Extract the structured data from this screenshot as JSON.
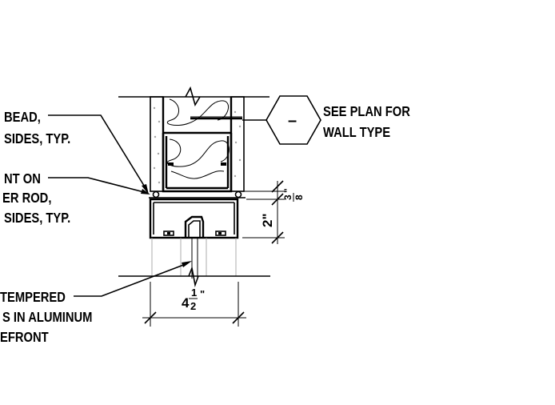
{
  "notes": {
    "caulk_bead": [
      "BEAD,",
      "SIDES, TYP."
    ],
    "sealant": [
      "NT ON",
      "ER ROD,",
      "SIDES, TYP."
    ],
    "glass": [
      "TEMPERED",
      "S IN ALUMINUM",
      "EFRONT"
    ],
    "wall_type": [
      "SEE PLAN FOR",
      "WALL TYPE"
    ]
  },
  "tag": {
    "symbol": "–"
  },
  "dimensions": {
    "width_whole": "4",
    "width_num": "1",
    "width_den": "2",
    "width_unit": "\"",
    "height": "2\"",
    "gap_num": "3",
    "gap_den": "8",
    "gap_unit": "\""
  }
}
